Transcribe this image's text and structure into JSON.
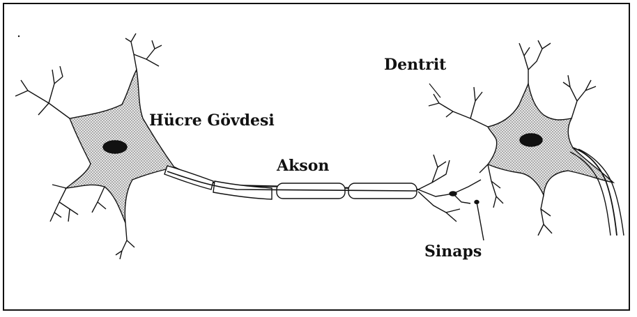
{
  "diagram": {
    "labels": {
      "cell_body": "Hücre Gövdesi",
      "axon": "Akson",
      "dendrite": "Dentrit",
      "synapse": "Sinaps"
    },
    "colors": {
      "stroke": "#111111",
      "cell_fill": "#d9d9d9",
      "nucleus": "#111111",
      "background": "#ffffff"
    }
  }
}
